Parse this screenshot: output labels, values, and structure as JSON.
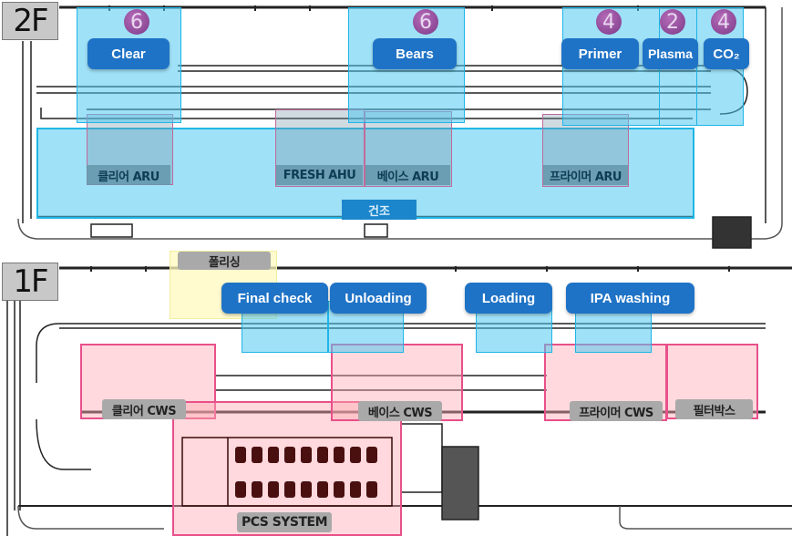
{
  "floors": {
    "upper": {
      "label": "2F"
    },
    "lower": {
      "label": "1F"
    }
  },
  "floor_2f": {
    "process_zones": [
      {
        "id": "clear",
        "label": "Clear",
        "count": "6"
      },
      {
        "id": "bears",
        "label": "Bears",
        "count": "6"
      },
      {
        "id": "primer",
        "label": "Primer",
        "count": "4"
      },
      {
        "id": "plasma",
        "label": "Plasma",
        "count": "2"
      },
      {
        "id": "co2",
        "label": "CO₂",
        "count": "4"
      }
    ],
    "equipment": [
      {
        "id": "clear-aru",
        "label": "클리어 ARU"
      },
      {
        "id": "fresh-ahu",
        "label": "FRESH AHU"
      },
      {
        "id": "base-aru",
        "label": "베이스 ARU"
      },
      {
        "id": "primer-aru",
        "label": "프라이머 ARU"
      }
    ],
    "drying_zone": {
      "label": "건조"
    }
  },
  "floor_1f": {
    "process_zones": [
      {
        "id": "final-check",
        "label": "Final check"
      },
      {
        "id": "unloading",
        "label": "Unloading"
      },
      {
        "id": "loading",
        "label": "Loading"
      },
      {
        "id": "ipa-washing",
        "label": "IPA washing"
      }
    ],
    "equipment": [
      {
        "id": "polishing",
        "label": "폴리싱"
      },
      {
        "id": "clear-cws",
        "label": "클리어 CWS"
      },
      {
        "id": "base-cws",
        "label": "베이스 CWS"
      },
      {
        "id": "primer-cws",
        "label": "프라이머 CWS"
      },
      {
        "id": "filter-box",
        "label": "필터박스"
      },
      {
        "id": "pcs-system",
        "label": "PCS SYSTEM"
      }
    ]
  },
  "colors": {
    "process_label_bg": "#1f73c6",
    "blue_zone": "#1fb5e6",
    "red_zone": "#e8508a",
    "count_badge": "#8e4a99",
    "drying_label_bg": "#1b86cc"
  }
}
